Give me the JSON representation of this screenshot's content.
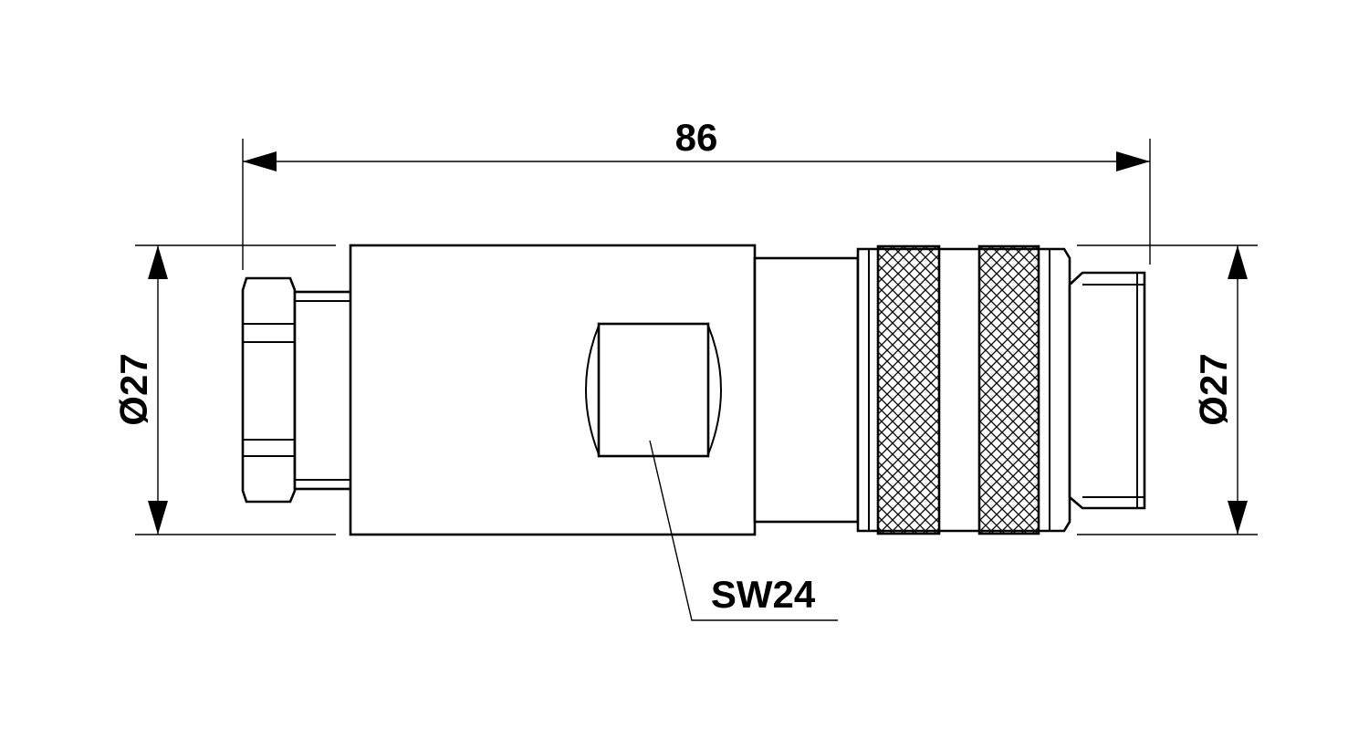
{
  "drawing": {
    "length_label": "86",
    "diameter_left_label": "Ø27",
    "diameter_right_label": "Ø27",
    "wrench_label": "SW24"
  }
}
